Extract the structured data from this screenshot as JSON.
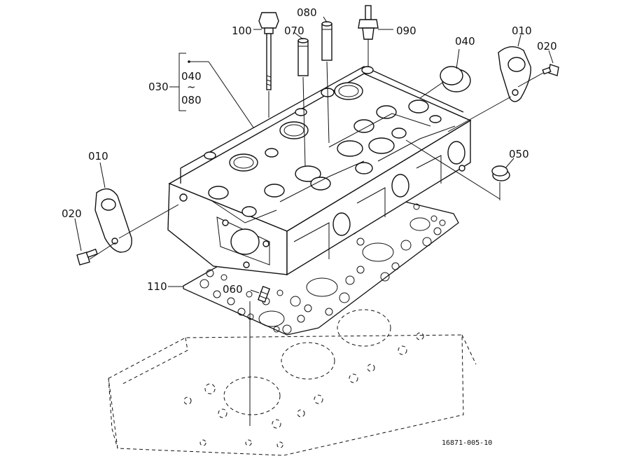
{
  "callouts": {
    "c010_left": "010",
    "c020_left": "020",
    "c030": "030",
    "c040_range_start": "040",
    "c040_range_tilde": "~",
    "c040_range_end": "080",
    "c040": "040",
    "c050": "050",
    "c060": "060",
    "c070": "070",
    "c080": "080",
    "c090": "090",
    "c100": "100",
    "c110": "110",
    "c010_right": "010",
    "c020_right": "020"
  },
  "drawing_code": "16871-005-10"
}
